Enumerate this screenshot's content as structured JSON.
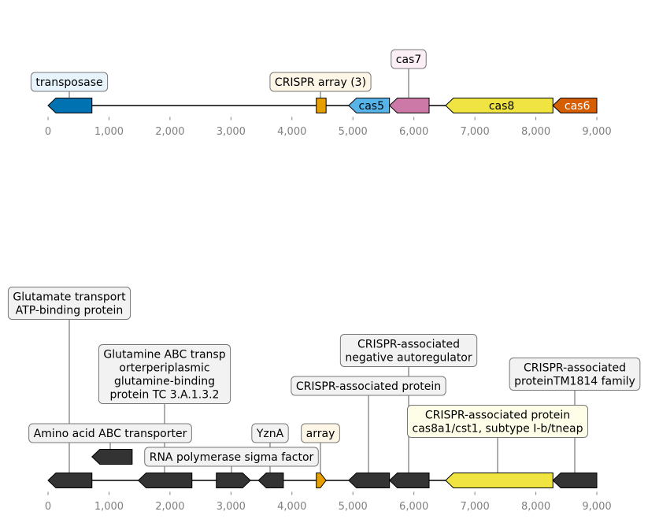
{
  "axis": {
    "xlim": [
      0,
      9000
    ],
    "ticks": [
      0,
      1000,
      2000,
      3000,
      4000,
      5000,
      6000,
      7000,
      8000,
      9000
    ],
    "tick_labels": [
      "0",
      "1,000",
      "2,000",
      "3,000",
      "4,000",
      "5,000",
      "6,000",
      "7,000",
      "8,000",
      "9,000"
    ]
  },
  "tracks": [
    {
      "id": "top",
      "features": [
        {
          "name": "transposase",
          "start": 0,
          "end": 720,
          "strand": -1,
          "color": "#0072b2",
          "label_inside": false,
          "label": [
            "transposase"
          ],
          "label_bg": "#e8f4fc"
        },
        {
          "name": "CRISPR array",
          "start": 4400,
          "end": 4560,
          "strand": 0,
          "color": "#e69f00",
          "label_inside": false,
          "label": [
            "CRISPR array (3)"
          ],
          "label_bg": "#fdf5e6"
        },
        {
          "name": "cas5",
          "start": 4930,
          "end": 5600,
          "strand": -1,
          "color": "#56b4e9",
          "label_inside": true,
          "label": [
            "cas5"
          ],
          "text_color": "#000000"
        },
        {
          "name": "cas7",
          "start": 5600,
          "end": 6250,
          "strand": -1,
          "color": "#cc79a7",
          "label_inside": false,
          "label": [
            "cas7"
          ],
          "label_bg": "#fbeef5"
        },
        {
          "name": "cas8",
          "start": 6520,
          "end": 8280,
          "strand": -1,
          "color": "#f0e442",
          "label_inside": true,
          "label": [
            "cas8"
          ],
          "text_color": "#000000"
        },
        {
          "name": "cas6",
          "start": 8280,
          "end": 9000,
          "strand": -1,
          "color": "#d55e00",
          "label_inside": true,
          "label": [
            "cas6"
          ],
          "text_color": "#ffffff"
        }
      ]
    },
    {
      "id": "bottom",
      "features": [
        {
          "name": "glutamate-transport",
          "start": 0,
          "end": 720,
          "strand": -1,
          "color": "#333333",
          "label": [
            "Glutamate transport",
            "ATP-binding protein"
          ],
          "label_bg": "#f2f2f2"
        },
        {
          "name": "amino-acid-abc",
          "start": 720,
          "end": 1380,
          "strand": -1,
          "color": "#333333",
          "label": [
            "Amino acid ABC transporter"
          ],
          "label_bg": "#f2f2f2"
        },
        {
          "name": "glutamine-abc",
          "start": 1480,
          "end": 2360,
          "strand": -1,
          "color": "#333333",
          "label": [
            "Glutamine ABC transp",
            "orterperiplasmic",
            "glutamine-binding",
            "protein TC 3.A.1.3.2"
          ],
          "label_bg": "#f2f2f2"
        },
        {
          "name": "rna-polymerase-sigma",
          "start": 2760,
          "end": 3320,
          "strand": 1,
          "color": "#333333",
          "label": [
            "RNA polymerase sigma factor"
          ],
          "label_bg": "#f2f2f2"
        },
        {
          "name": "yzna",
          "start": 3450,
          "end": 3860,
          "strand": -1,
          "color": "#333333",
          "label": [
            "YznA"
          ],
          "label_bg": "#f2f2f2"
        },
        {
          "name": "array",
          "start": 4400,
          "end": 4560,
          "strand": 1,
          "color": "#e69f00",
          "label": [
            "array"
          ],
          "label_bg": "#fdf5e6"
        },
        {
          "name": "crispr-associated",
          "start": 4930,
          "end": 5600,
          "strand": -1,
          "color": "#333333",
          "label": [
            "CRISPR-associated protein"
          ],
          "label_bg": "#f2f2f2"
        },
        {
          "name": "crispr-negative-autoregulator",
          "start": 5600,
          "end": 6250,
          "strand": -1,
          "color": "#333333",
          "label": [
            "CRISPR-associated",
            "negative autoregulator"
          ],
          "label_bg": "#f2f2f2"
        },
        {
          "name": "cas8a1",
          "start": 6520,
          "end": 8280,
          "strand": -1,
          "color": "#f0e442",
          "label": [
            "CRISPR-associated protein",
            "cas8a1/cst1, subtype I-b/tneap"
          ],
          "label_bg": "#fdfde8"
        },
        {
          "name": "tm1814",
          "start": 8280,
          "end": 9000,
          "strand": -1,
          "color": "#333333",
          "label": [
            "CRISPR-associated",
            "proteinTM1814 family"
          ],
          "label_bg": "#f2f2f2"
        }
      ]
    }
  ]
}
